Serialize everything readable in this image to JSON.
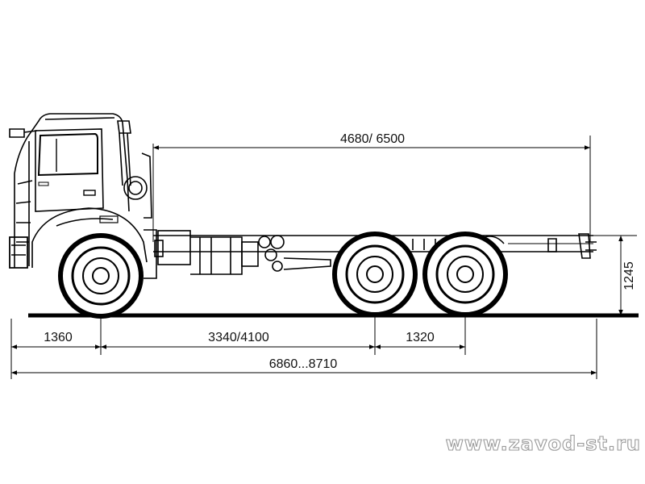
{
  "dimensions": {
    "body_length": "4680/ 6500",
    "frame_height": "1245",
    "front_overhang": "1360",
    "wheelbase": "3340/4100",
    "rear_axle_spacing": "1320",
    "overall_length": "6860...8710"
  },
  "watermark": "www.zavod-st.ru"
}
